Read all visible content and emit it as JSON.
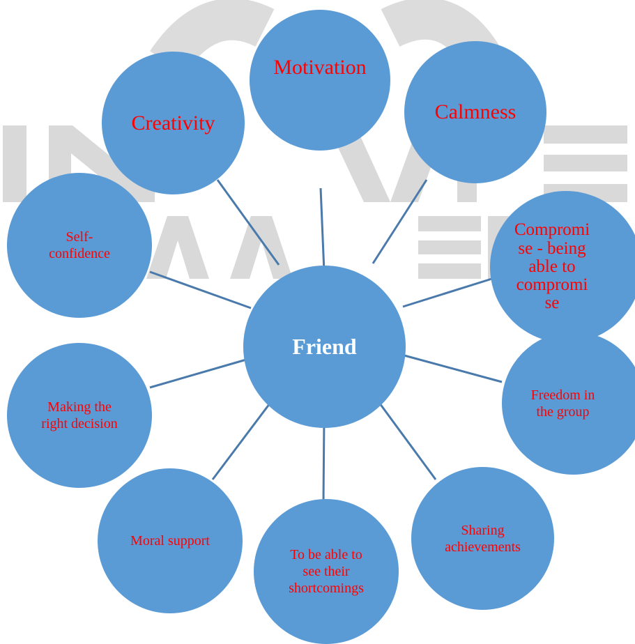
{
  "colors": {
    "node_fill": "#5b9bd5",
    "connector": "#4a7aab",
    "watermark": "#d9d9d9",
    "node_text": "#ff0000",
    "center_text": "#ffffff"
  },
  "diagram": {
    "center": "Friend",
    "nodes": {
      "motivation": "Motivation",
      "creativity": "Creativity",
      "calmness": "Calmness",
      "self_confidence": "Self-\nconfidence",
      "compromise": "Compromi\nse - being\nable to\ncompromi\nse",
      "making_decision": "Making the\nright decision",
      "freedom": "Freedom in\nthe group",
      "moral_support": "Moral support",
      "shortcomings": "To be able to\nsee their\nshortcomings",
      "sharing": "Sharing\nachievements"
    }
  }
}
